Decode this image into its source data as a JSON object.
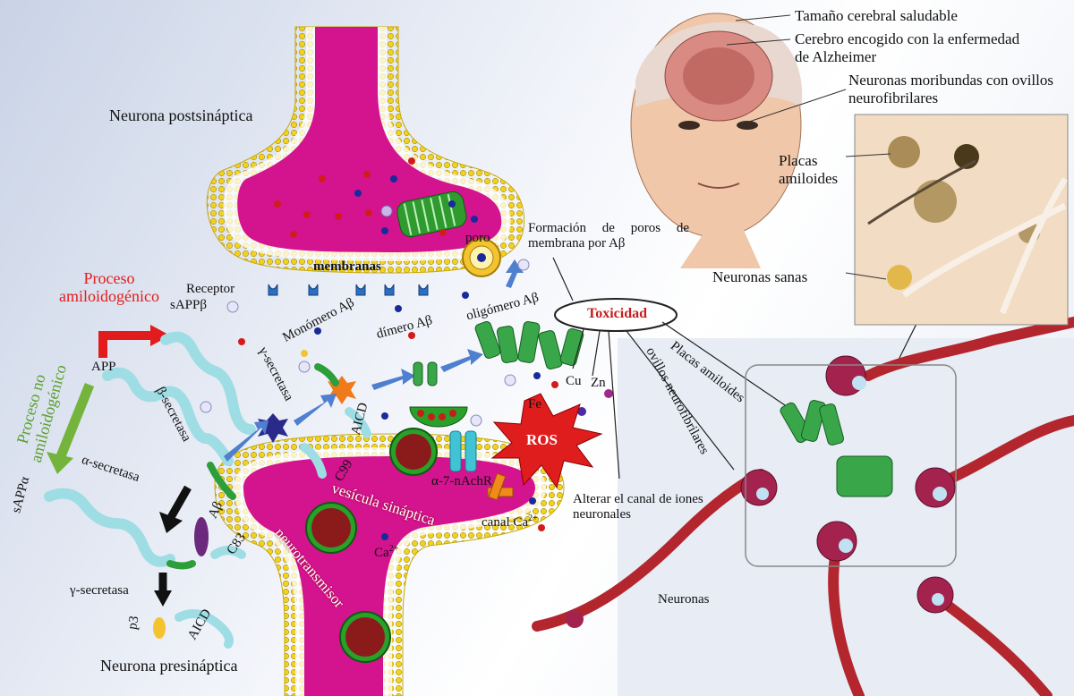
{
  "labels": {
    "postsynaptic": "Neurona postsináptica",
    "presynaptic": "Neurona presináptica",
    "membranes": "membranas",
    "receptor": "Receptor",
    "pore": "poro",
    "pore_formation": "Formación de poros de membrana por Aβ",
    "amyloidogenic": "Proceso amiloidogénico",
    "non_amyloidogenic": "Proceso no amiloidogénico",
    "sappb": "sAPPβ",
    "sappa": "sAPPα",
    "app": "APP",
    "beta_secretase": "β-secretasa",
    "alpha_secretase": "α-secretasa",
    "gamma_secretase_left": "γ-secretasa",
    "gamma_secretase_mid": "γ-secretasa",
    "ab": "Aβ",
    "c83": "C83",
    "c99": "C99",
    "p3": "p3",
    "aicd_left": "AICD",
    "aicd_mid": "AICD",
    "monomer": "Monómero Aβ",
    "dimer": "dímero Aβ",
    "oligomer": "oligómero Aβ",
    "toxicity": "Toxicidad",
    "cu": "Cu",
    "zn": "Zn",
    "fe": "Fe",
    "ros": "ROS",
    "alpha7": "α-7-nAchR",
    "ca_channel": "canal Ca",
    "ca_ion": "Ca",
    "sup": "2+",
    "synaptic_vesicle": "vesícula sináptica",
    "neurotransmitter": "neurotransmisor",
    "alter_channel": "Alterar el canal de iones neuronales",
    "tangles_arrow": "ovillos neurofibrilares",
    "plaques_arrow": "Placas amiloides",
    "neurons": "Neuronas",
    "healthy_brain": "Tamaño cerebral saludable",
    "shrunk_brain": "Cerebro encogido con la enfermedad de Alzheimer",
    "dying_neurons": "Neuronas moribundas con ovillos neurofibrilares",
    "amyloid_plaques": "Placas amiloides",
    "healthy_neurons": "Neuronas sanas"
  },
  "colors": {
    "cytoplasm": "#d4138f",
    "membrane_head": "#f2d21a",
    "accent_red": "#e21c1c",
    "accent_green": "#5aa02c",
    "neuron_red": "#b3262e",
    "ros": "#e01d1d",
    "arrow_blue": "#4f7fcf"
  }
}
